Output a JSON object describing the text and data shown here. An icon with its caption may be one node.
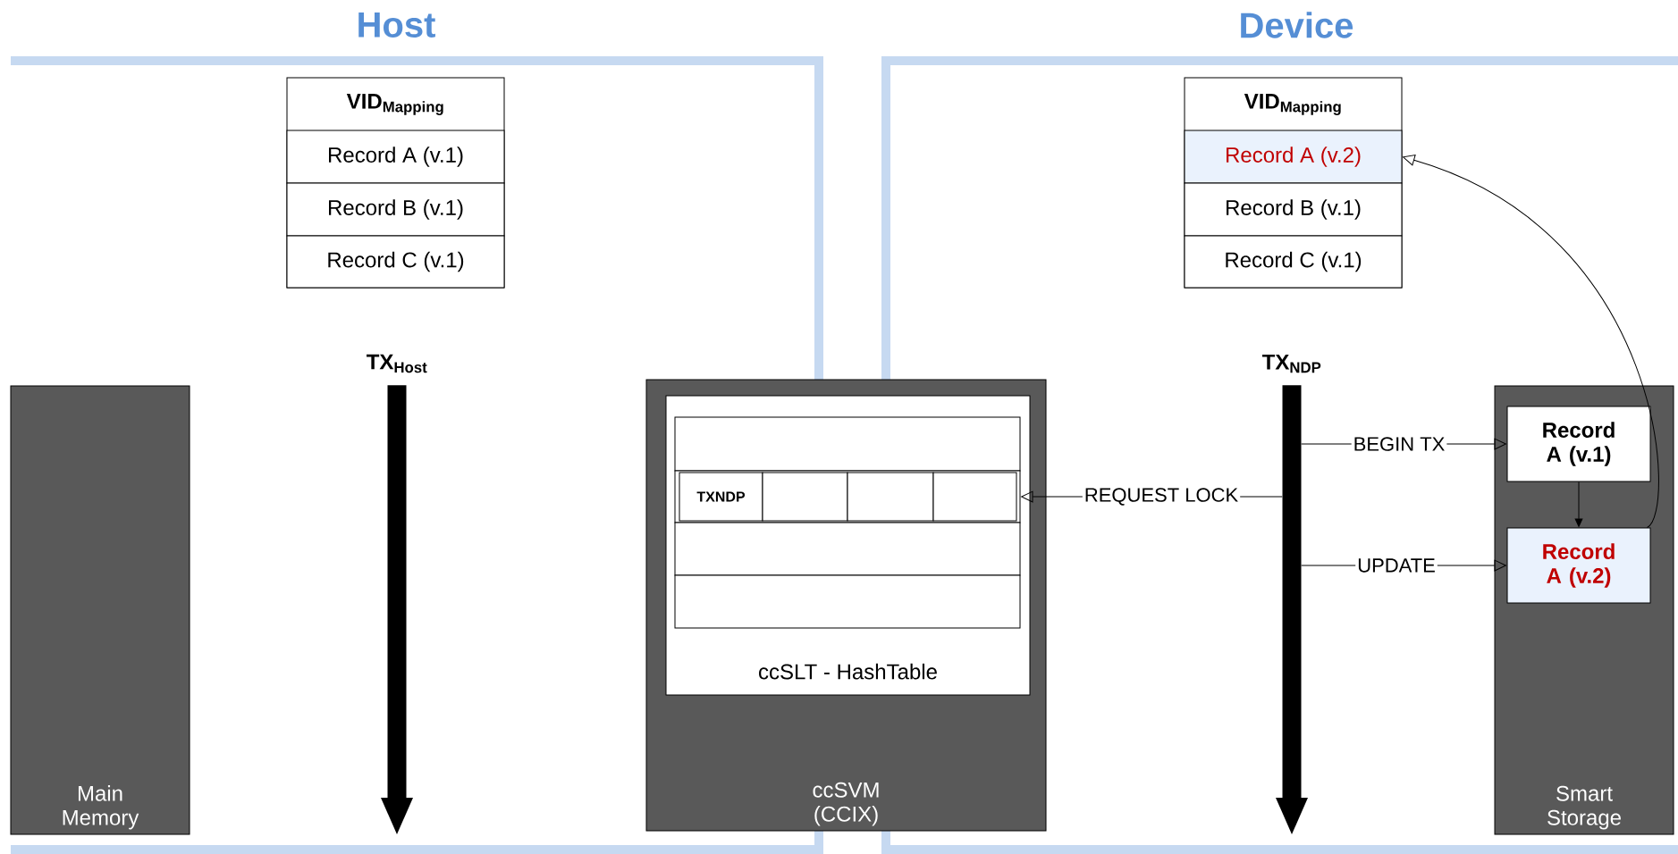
{
  "diagram": {
    "nodes": [
      {
        "text": [
          "VID$_{Mapping}$"
        ]
      },
      {
        "text": [
          "Record A (v.1)"
        ],
        "in": 0
      },
      {
        "text": [
          "Record B (v.1)"
        ],
        "in": 0
      },
      {
        "text": [
          "Record C (v.1)"
        ],
        "in": 0
      },
      {
        "text": [
          "VID$_{Mapping}$"
        ]
      },
      {
        "text": [
          "Record A (v.2)"
        ],
        "in": 4
      },
      {
        "text": [
          "Record B (v.1)"
        ],
        "in": 4
      },
      {
        "text": [
          "Record C (v.1)"
        ],
        "in": 4
      },
      {
        "text": [
          "Main Memory"
        ]
      },
      {
        "text": [
          "TX$_{Host}$"
        ]
      },
      {
        "text": [
          "ccSVM (CCIX)"
        ]
      },
      {
        "text": [
          "ccSLT - HashTable"
        ],
        "in": 10
      },
      {
        "text": [],
        "shape": "box",
        "in": 11
      },
      {
        "text": [],
        "shape": "box",
        "in": 11
      },
      {
        "text": [],
        "shape": "box",
        "in": 11
      },
      {
        "text": [],
        "shape": "box",
        "in": 11
      },
      {
        "text": [
          "TXNDP"
        ],
        "in": 13
      },
      {
        "text": [],
        "shape": "box",
        "in": 13
      },
      {
        "text": [],
        "shape": "box",
        "in": 13
      },
      {
        "text": [],
        "shape": "box",
        "in": 13
      },
      {
        "text": [
          "TX$_{NDP}$"
        ]
      },
      {
        "text": [
          "Smart Storage"
        ]
      },
      {
        "text": [
          "Record A (v.1)"
        ],
        "in": 21
      },
      {
        "text": [
          "Record A (v.2)"
        ],
        "in": 21
      }
    ],
    "edges": [
      {
        "from": 20,
        "to": 13,
        "arrow": "to",
        "label": "REQUEST LOCK"
      },
      {
        "from": 20,
        "to": 22,
        "arrow": "to",
        "label": "BEGIN TX"
      },
      {
        "from": 20,
        "to": 23,
        "arrow": "to",
        "label": "UPDATE"
      },
      {
        "from": 22,
        "to": 23,
        "arrow": "to"
      },
      {
        "from": 23,
        "to": 5,
        "arrow": "to"
      }
    ],
    "labels": [
      "Host",
      "Device"
    ]
  }
}
